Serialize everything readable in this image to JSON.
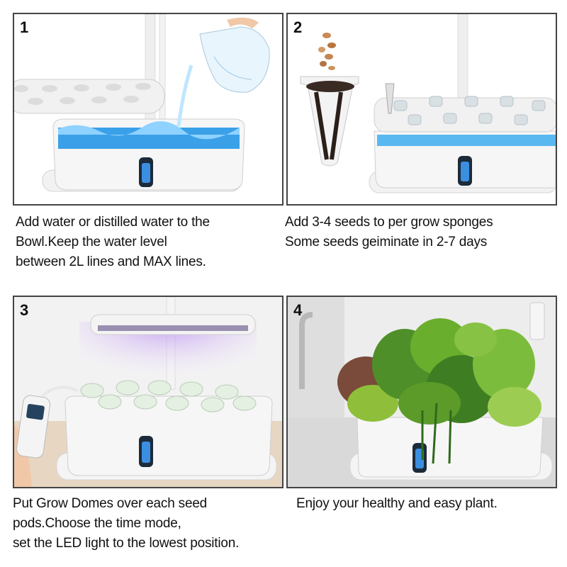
{
  "steps": [
    {
      "number": "1",
      "caption_lines": [
        "Add water or distilled water to the",
        "Bowl.Keep the water level",
        "between 2L lines and MAX lines."
      ]
    },
    {
      "number": "2",
      "caption_lines": [
        "Add 3-4 seeds to per grow sponges",
        "Some seeds geiminate in 2-7 days"
      ]
    },
    {
      "number": "3",
      "caption_lines": [
        "Put Grow Domes over each seed",
        "pods.Choose the time mode,",
        "set the LED light to the lowest position."
      ]
    },
    {
      "number": "4",
      "caption_lines": [
        "Enjoy your healthy and easy plant."
      ]
    }
  ],
  "colors": {
    "water": "#3aa0e8",
    "planter": "#f4f4f4",
    "led_glow": "#b07cf0",
    "leaves": "#5a9e2c",
    "border": "#444444"
  }
}
